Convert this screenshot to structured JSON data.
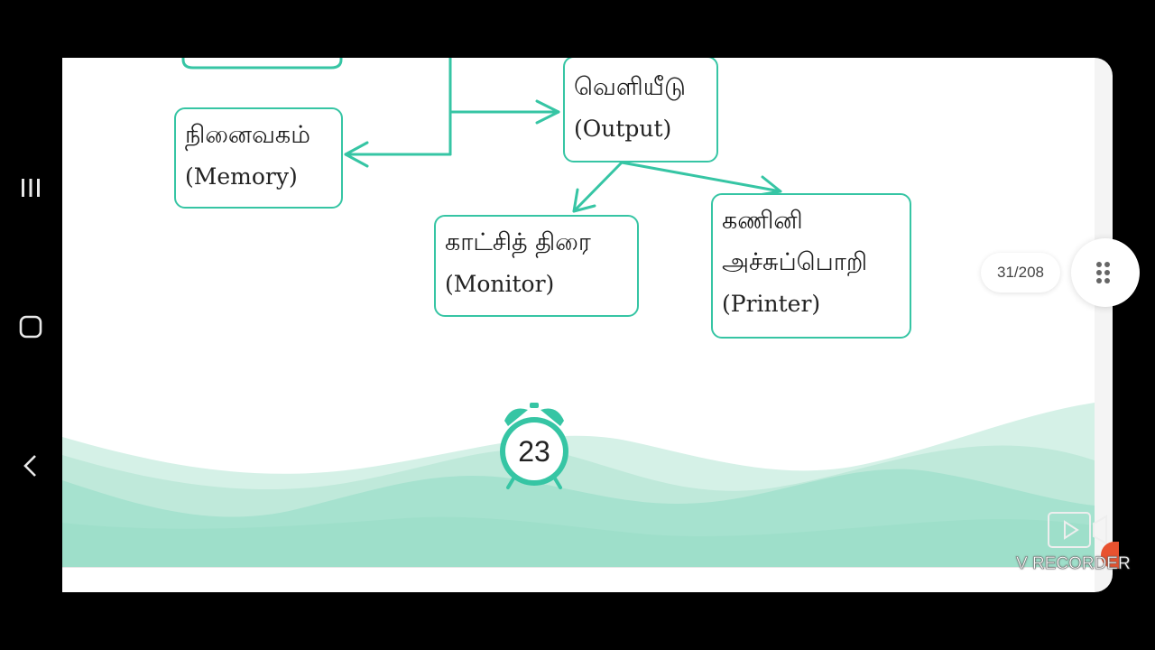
{
  "system_nav": {
    "recents_icon": "recents-icon",
    "home_icon": "home-icon",
    "back_icon": "back-icon"
  },
  "diagram": {
    "nodes": {
      "memory": {
        "tamil": "நினைவகம்",
        "english": "(Memory)"
      },
      "output": {
        "tamil": "வெளியீடு",
        "english": "(Output)"
      },
      "monitor": {
        "tamil": "காட்சித் திரை",
        "english": "(Monitor)"
      },
      "printer": {
        "tamil_line1": "கணினி",
        "tamil_line2": "அச்சுப்பொறி",
        "english": "(Printer)"
      }
    }
  },
  "timer": {
    "value": "23",
    "icon": "alarm-clock-icon"
  },
  "pager": {
    "counter": "31/208",
    "menu_icon": "grid-dots-icon"
  },
  "watermark": {
    "label": "V RECORDER",
    "icon": "video-camera-icon"
  },
  "colors": {
    "accent": "#36c5a4",
    "wave": "#a6e2cf",
    "wave_light": "#d5f1e7"
  }
}
